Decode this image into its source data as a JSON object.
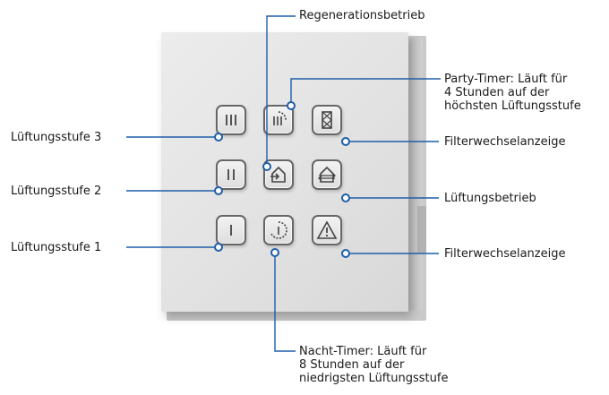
{
  "labels": {
    "regeneration": "Regenerationsbetrieb",
    "party_timer": [
      "Party-Timer: Läuft für",
      "4 Stunden auf der",
      "höchsten Lüftungsstufe"
    ],
    "stufe3": "Lüftungsstufe 3",
    "stufe2": "Lüftungsstufe 2",
    "stufe1": "Lüftungsstufe 1",
    "filter_top": "Filterwechselanzeige",
    "betrieb": "Lüftungsbetrieb",
    "filter_bottom": "Filterwechselanzeige",
    "night_timer": [
      "Nacht-Timer: Läuft für",
      "8 Stunden auf der",
      "niedrigsten Lüftungsstufe"
    ]
  },
  "keys": [
    {
      "icon": "three-bars-icon"
    },
    {
      "icon": "party-timer-icon"
    },
    {
      "icon": "filter-icon"
    },
    {
      "icon": "two-bars-icon"
    },
    {
      "icon": "regeneration-icon"
    },
    {
      "icon": "ventilation-mode-icon"
    },
    {
      "icon": "one-bar-icon"
    },
    {
      "icon": "night-timer-icon"
    },
    {
      "icon": "warning-icon"
    }
  ],
  "colors": {
    "leader_line": "#1f5ea8",
    "key_border": "#666666"
  }
}
